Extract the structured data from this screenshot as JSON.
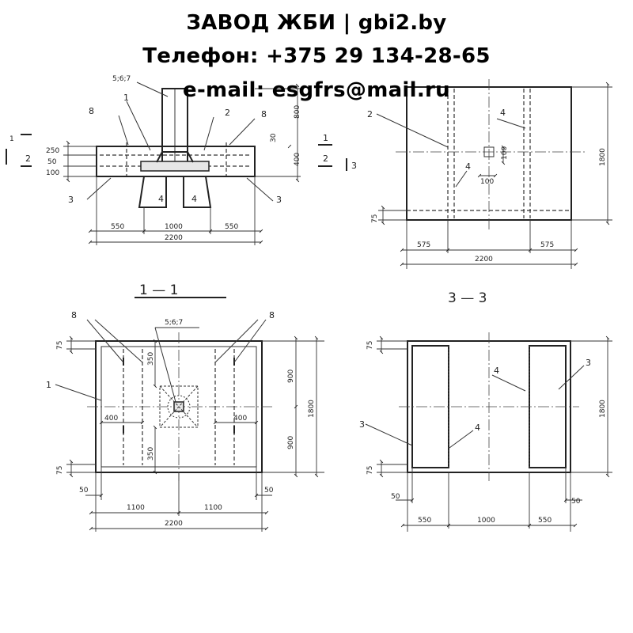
{
  "header": {
    "company": "ЗАВОД ЖБИ | gbi2.by",
    "phone": "Телефон: +375 29 134-28-65",
    "email": "e-mail: esgfrs@mail.ru"
  },
  "views": {
    "front": {
      "callout_top": "5;6;7",
      "pos_1": "1",
      "pos_2": "2",
      "pos_3_left": "3",
      "pos_3_right": "3",
      "pos_4_left": "4",
      "pos_4_right": "4",
      "pos_8_left": "8",
      "pos_8_right": "8",
      "dim_250": "250",
      "dim_50": "50",
      "dim_100": "100",
      "dim_800": "800",
      "dim_400": "400",
      "dim_30": "30",
      "dim_550_left": "550",
      "dim_1000": "1000",
      "dim_550_right": "550",
      "dim_2200": "2200",
      "sec_1_left": "1",
      "sec_2_left": "2",
      "sec_1_right": "1",
      "sec_2_right": "2",
      "sec_3": "3"
    },
    "side": {
      "pos_2": "2",
      "pos_4_a": "4",
      "pos_4_b": "4",
      "dim_1800": "1800",
      "dim_75": "75",
      "dim_575_left": "575",
      "dim_575_right": "575",
      "dim_2200": "2200",
      "dim_100_a": "100",
      "dim_100_b": "100"
    },
    "section_1": {
      "title": "1 — 1",
      "callout_top": "5;6;7",
      "pos_8_left": "8",
      "pos_8_right": "8",
      "pos_1": "1",
      "dim_75_top": "75",
      "dim_75_bottom": "75",
      "dim_350_top": "350",
      "dim_350_bottom": "350",
      "dim_400_left": "400",
      "dim_400_right": "400",
      "dim_900_top": "900",
      "dim_900_bottom": "900",
      "dim_1800": "1800",
      "dim_50_left": "50",
      "dim_50_right": "50",
      "dim_1100_left": "1100",
      "dim_1100_right": "1100",
      "dim_2200": "2200"
    },
    "section_3": {
      "title": "3 — 3",
      "pos_4_top": "4",
      "pos_4_bottom": "4",
      "pos_3_right": "3",
      "pos_3_left": "3",
      "dim_75_top": "75",
      "dim_75_bottom": "75",
      "dim_1800": "1800",
      "dim_50_left": "50",
      "dim_50_right": "50",
      "dim_550_left": "550",
      "dim_1000": "1000",
      "dim_550_right": "550"
    }
  }
}
